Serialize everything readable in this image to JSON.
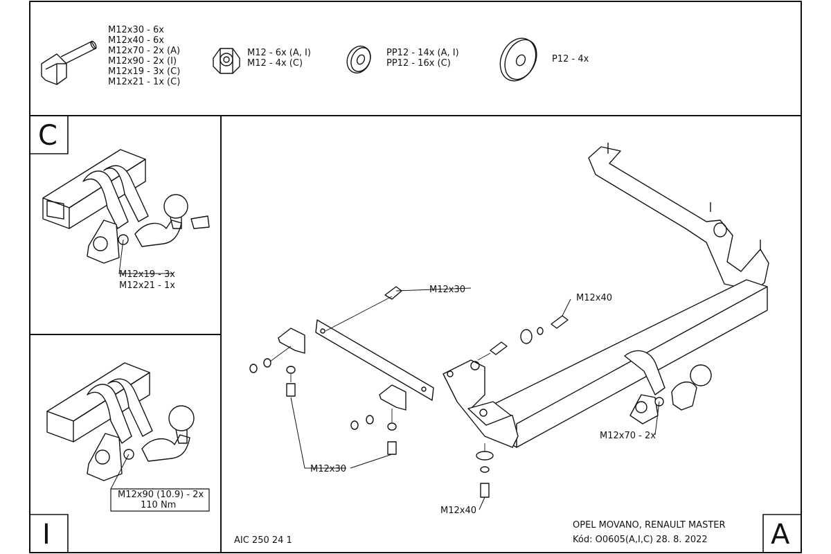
{
  "parts_legend": {
    "bolts": [
      "M12x30 - 6x",
      "M12x40 - 6x",
      "M12x70 - 2x (A)",
      "M12x90 - 2x (I)",
      "M12x19 - 3x (C)",
      "M12x21 - 1x (C)"
    ],
    "nuts": [
      "M12 - 6x (A, I)",
      "M12 - 4x (C)"
    ],
    "washers_pp": [
      "PP12 - 14x (A, I)",
      "PP12 - 16x (C)"
    ],
    "washers_p": [
      "P12 - 4x"
    ]
  },
  "panel_c": {
    "letter": "C",
    "labels": [
      "M12x19 - 3x",
      "M12x21 - 1x"
    ]
  },
  "panel_i": {
    "letter": "I",
    "labels": [
      "M12x90 (10.9) - 2x",
      "110 Nm"
    ]
  },
  "panel_a": {
    "letter": "A",
    "labels": {
      "m12x30_top": "M12x30",
      "m12x40_top": "M12x40",
      "m12x30_bottom": "M12x30",
      "m12x70": "M12x70 - 2x",
      "m12x40_bottom": "M12x40"
    },
    "code": "AIC 250 24 1",
    "vehicle": "OPEL MOVANO, RENAULT MASTER",
    "kod": "Kód: O0605(A,I,C)  28. 8. 2022"
  }
}
